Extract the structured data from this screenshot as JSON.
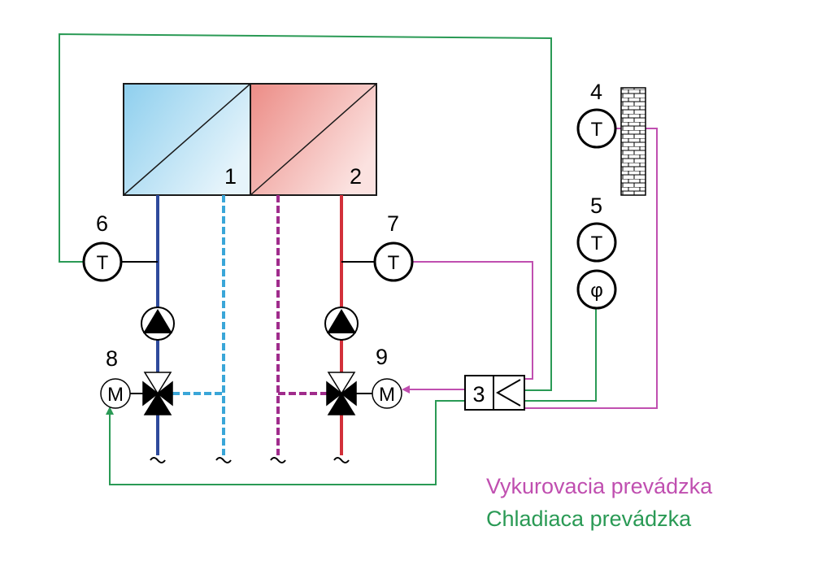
{
  "labels": {
    "unit1": "1",
    "unit2": "2",
    "controller": "3",
    "sensor4": "4",
    "sensor5": "5",
    "sensor6": "6",
    "sensor7": "7",
    "actuator8": "8",
    "actuator9": "9"
  },
  "symbols": {
    "temperature": "T",
    "humidity": "φ",
    "motor": "M"
  },
  "legend": {
    "heating": "Vykurovacia prevádzka",
    "cooling": "Chladiaca prevádzka"
  },
  "colors": {
    "heating_signal": "#c04fb0",
    "cooling_signal": "#2a9a55",
    "cold_supply": "#2e4a9c",
    "cold_return": "#3aa6d8",
    "hot_supply": "#d2303a",
    "hot_return": "#a02c8c"
  },
  "icons": [
    "pump-icon",
    "three-way-valve-icon",
    "wall-icon",
    "temperature-sensor-icon",
    "humidity-sensor-icon",
    "motor-actuator-icon",
    "controller-icon"
  ]
}
